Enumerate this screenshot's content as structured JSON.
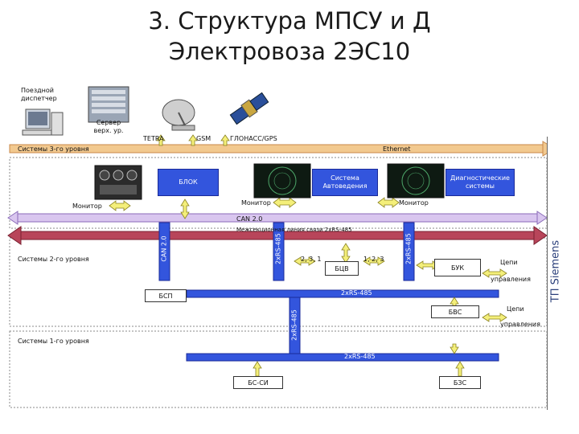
{
  "title_line1": "3. Структура МПСУ и Д",
  "title_line2": "Электровоза 2ЭС10",
  "dispatcher": "Поездной диспетчер",
  "server": "Сервер верх. ур.",
  "tetra": "TETRA",
  "gsm": "GSM",
  "glonass": "ГЛОНАСС/GPS",
  "level3": "Системы 3-го уровня",
  "ethernet": "Ethernet",
  "blok": "БЛОК",
  "avtovedenie": "Система Автоведения",
  "diag": "Диагностические системы",
  "monitor1": "Монитор",
  "monitor2": "Монитор",
  "monitor3": "Монитор",
  "can2o_top": "CAN 2.0",
  "intersection": "Межсекционная линия связи 2хRS-485",
  "can2o_vert": "CAN 2.0",
  "rs485_v1": "2хRS-485",
  "rs485_v2": "2хRS-485",
  "rs485_v3": "2хRS-485",
  "level2": "Системы 2-го уровня",
  "code1": "2, 3, 1",
  "code2": "1, 2, 3",
  "bcv": "БЦВ",
  "buk": "БУК",
  "tsepi1_a": "Цепи",
  "tsepi1_b": "управления",
  "bsp": "БСП",
  "rs485_h1": "2хRS-485",
  "bvs": "БВС",
  "tsepi2_a": "Цепи",
  "tsepi2_b": "управления",
  "level1": "Системы 1-го уровня",
  "rs485_h2": "2хRS-485",
  "bssi": "БС-СИ",
  "bzs": "БЗС",
  "siemens": "ТП Siemens"
}
